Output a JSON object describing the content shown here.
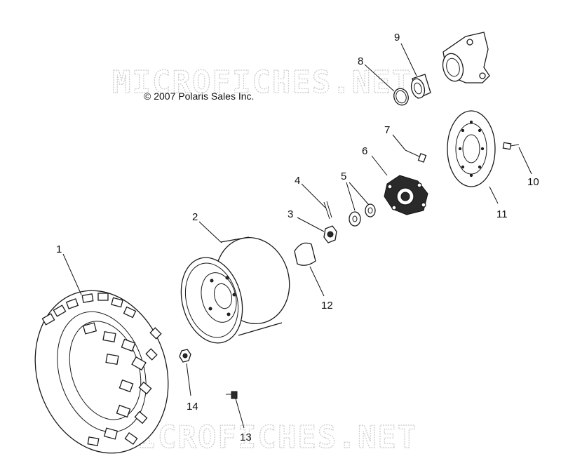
{
  "watermark": {
    "top": "MICROFICHES.NET",
    "bottom": "MICROFICHES.NET"
  },
  "copyright": "© 2007 Polaris Sales Inc.",
  "callouts": {
    "c1": "1",
    "c2": "2",
    "c3": "3",
    "c4": "4",
    "c5": "5",
    "c6": "6",
    "c7": "7",
    "c8": "8",
    "c9": "9",
    "c10": "10",
    "c11": "11",
    "c12": "12",
    "c13": "13",
    "c14": "14"
  }
}
